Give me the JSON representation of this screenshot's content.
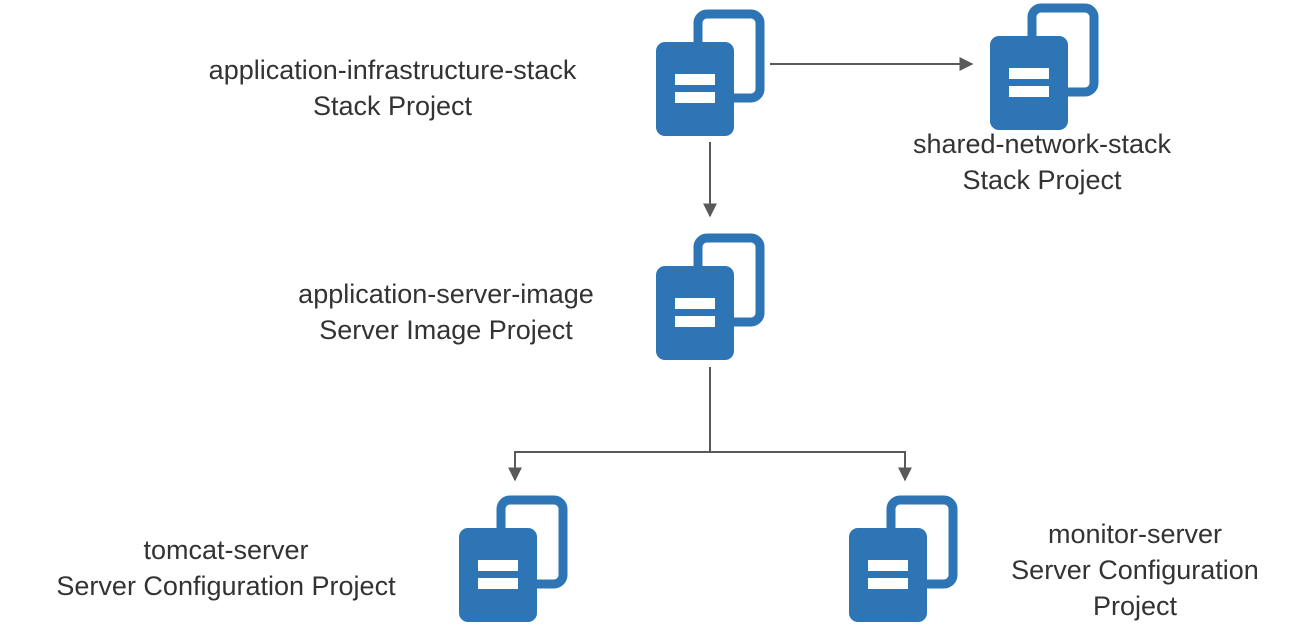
{
  "colors": {
    "icon_blue": "#2E75B6",
    "arrow_gray": "#595959",
    "text": "#333333",
    "background": "#FFFFFF"
  },
  "nodes": [
    {
      "name": "application-infrastructure-stack",
      "type": "Stack Project",
      "icon": "stacked-documents-icon"
    },
    {
      "name": "shared-network-stack",
      "type": "Stack Project",
      "icon": "stacked-documents-icon"
    },
    {
      "name": "application-server-image",
      "type": "Server Image Project",
      "icon": "stacked-documents-icon"
    },
    {
      "name": "tomcat-server",
      "type": "Server Configuration Project",
      "icon": "stacked-documents-icon"
    },
    {
      "name": "monitor-server",
      "type": "Server Configuration Project",
      "icon": "stacked-documents-icon"
    }
  ],
  "edges": [
    {
      "from": "application-infrastructure-stack",
      "to": "shared-network-stack"
    },
    {
      "from": "application-infrastructure-stack",
      "to": "application-server-image"
    },
    {
      "from": "application-server-image",
      "to": "tomcat-server"
    },
    {
      "from": "application-server-image",
      "to": "monitor-server"
    }
  ]
}
